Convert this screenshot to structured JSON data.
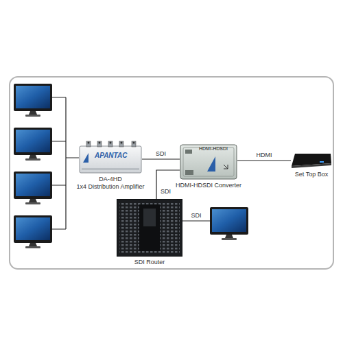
{
  "diagram": {
    "nodes": [
      {
        "text": [
          "DA-4HD",
          "1x4 Distribution Amplifier"
        ]
      },
      {
        "text": [
          "HDMI-HDSDI Converter"
        ]
      },
      {
        "text": [
          "Set Top Box"
        ]
      },
      {
        "text": [
          "SDI Router"
        ]
      }
    ],
    "edges": [
      {
        "from": 0,
        "to": 1,
        "label": "SDI",
        "arrow": "none"
      },
      {
        "from": 1,
        "to": 2,
        "label": "HDMI",
        "arrow": "none"
      },
      {
        "from": 1,
        "to": 3,
        "label": "SDI",
        "arrow": "none"
      }
    ],
    "labels": [
      "APANTAC",
      "HDMI-HDSDI",
      "SDI"
    ]
  }
}
